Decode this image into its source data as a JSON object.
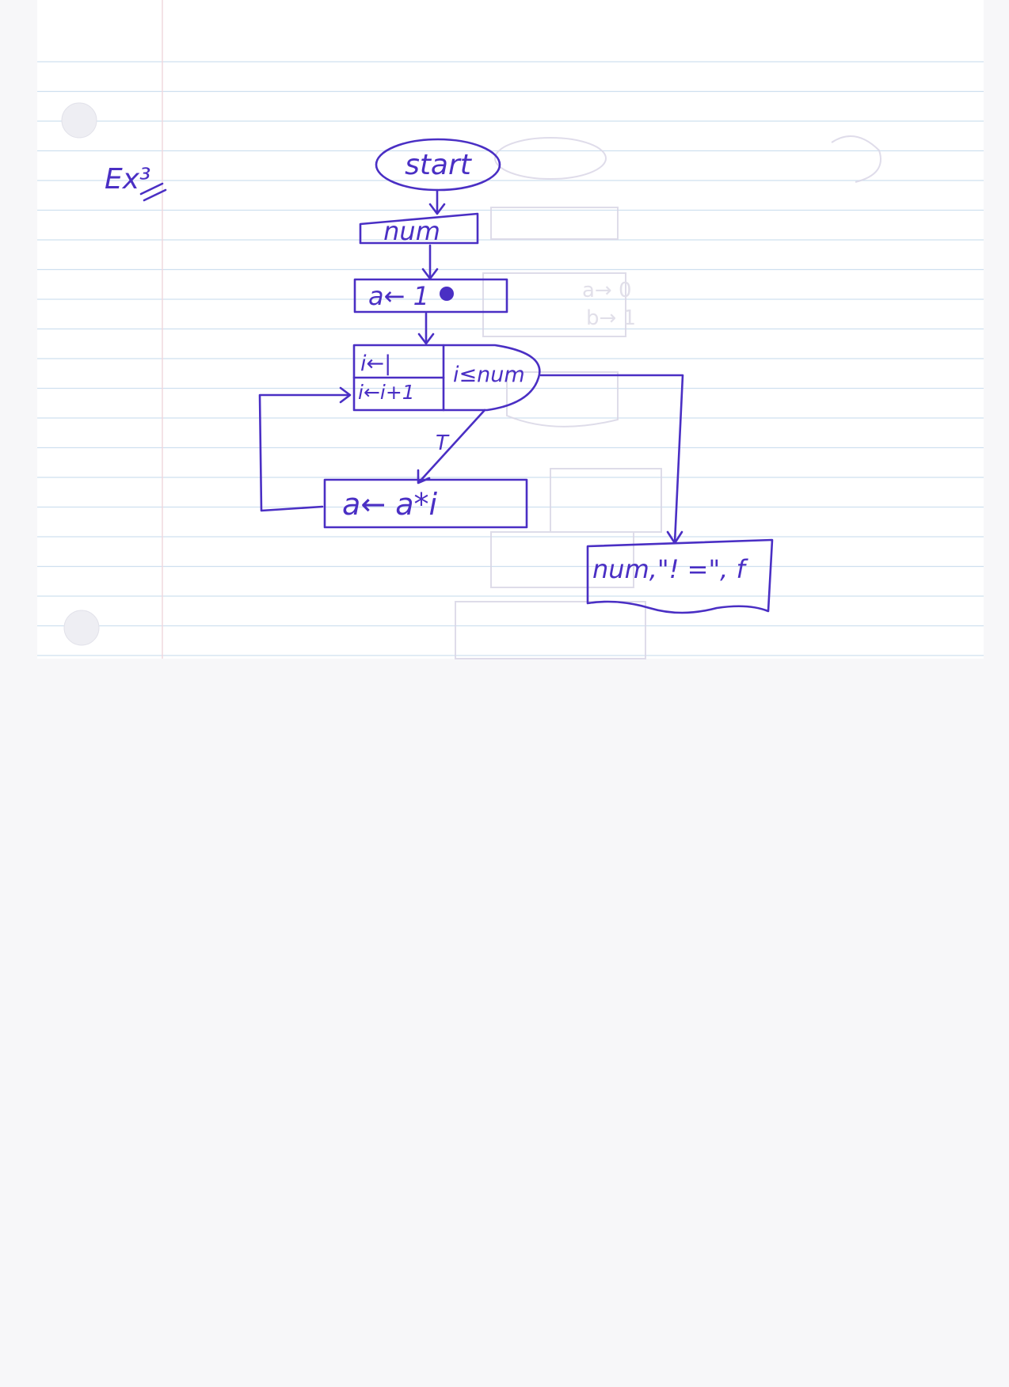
{
  "title": "Ex³",
  "flowchart": {
    "start": "start",
    "input": "num",
    "init": "a← 1",
    "loop_init": "i←|",
    "loop_step": "i←i+1",
    "loop_condition": "i≤num",
    "true_label": "T",
    "body": "a← a*i",
    "output": "num,\"! =\", f"
  },
  "colors": {
    "ink": "#4a2fc4",
    "paper": "#ffffff",
    "rule_lines": "#cfe0ef",
    "margin_line": "#f0d6dc",
    "background": "#f7f7f9"
  }
}
